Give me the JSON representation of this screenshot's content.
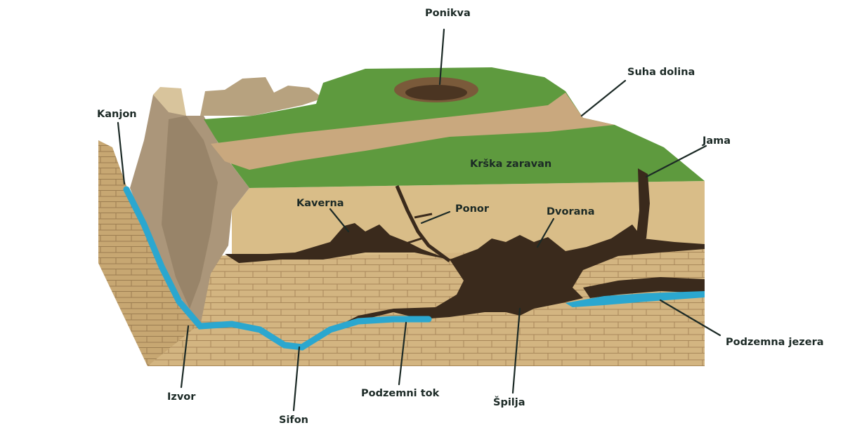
{
  "labels": {
    "ponikva": "Ponikva",
    "suha_dolina": "Suha dolina",
    "kanjon": "Kanjon",
    "jama": "Jama",
    "krska_zaravan": "Krška zaravan",
    "kaverna": "Kaverna",
    "ponor": "Ponor",
    "dvorana": "Dvorana",
    "podzemna_jezera": "Podzemna jezera",
    "izvor": "Izvor",
    "sifon": "Sifon",
    "podzemni_tok": "Podzemni tok",
    "spilja": "Špilja"
  },
  "colors": {
    "grass": "#5e9a3e",
    "valley": "#c9a87e",
    "rock": "#d8bc86",
    "rock_dark": "#b89868",
    "cave": "#3a2a1c",
    "water": "#2ba7cf",
    "cliff": "#a99577",
    "text": "#1c2a26"
  }
}
